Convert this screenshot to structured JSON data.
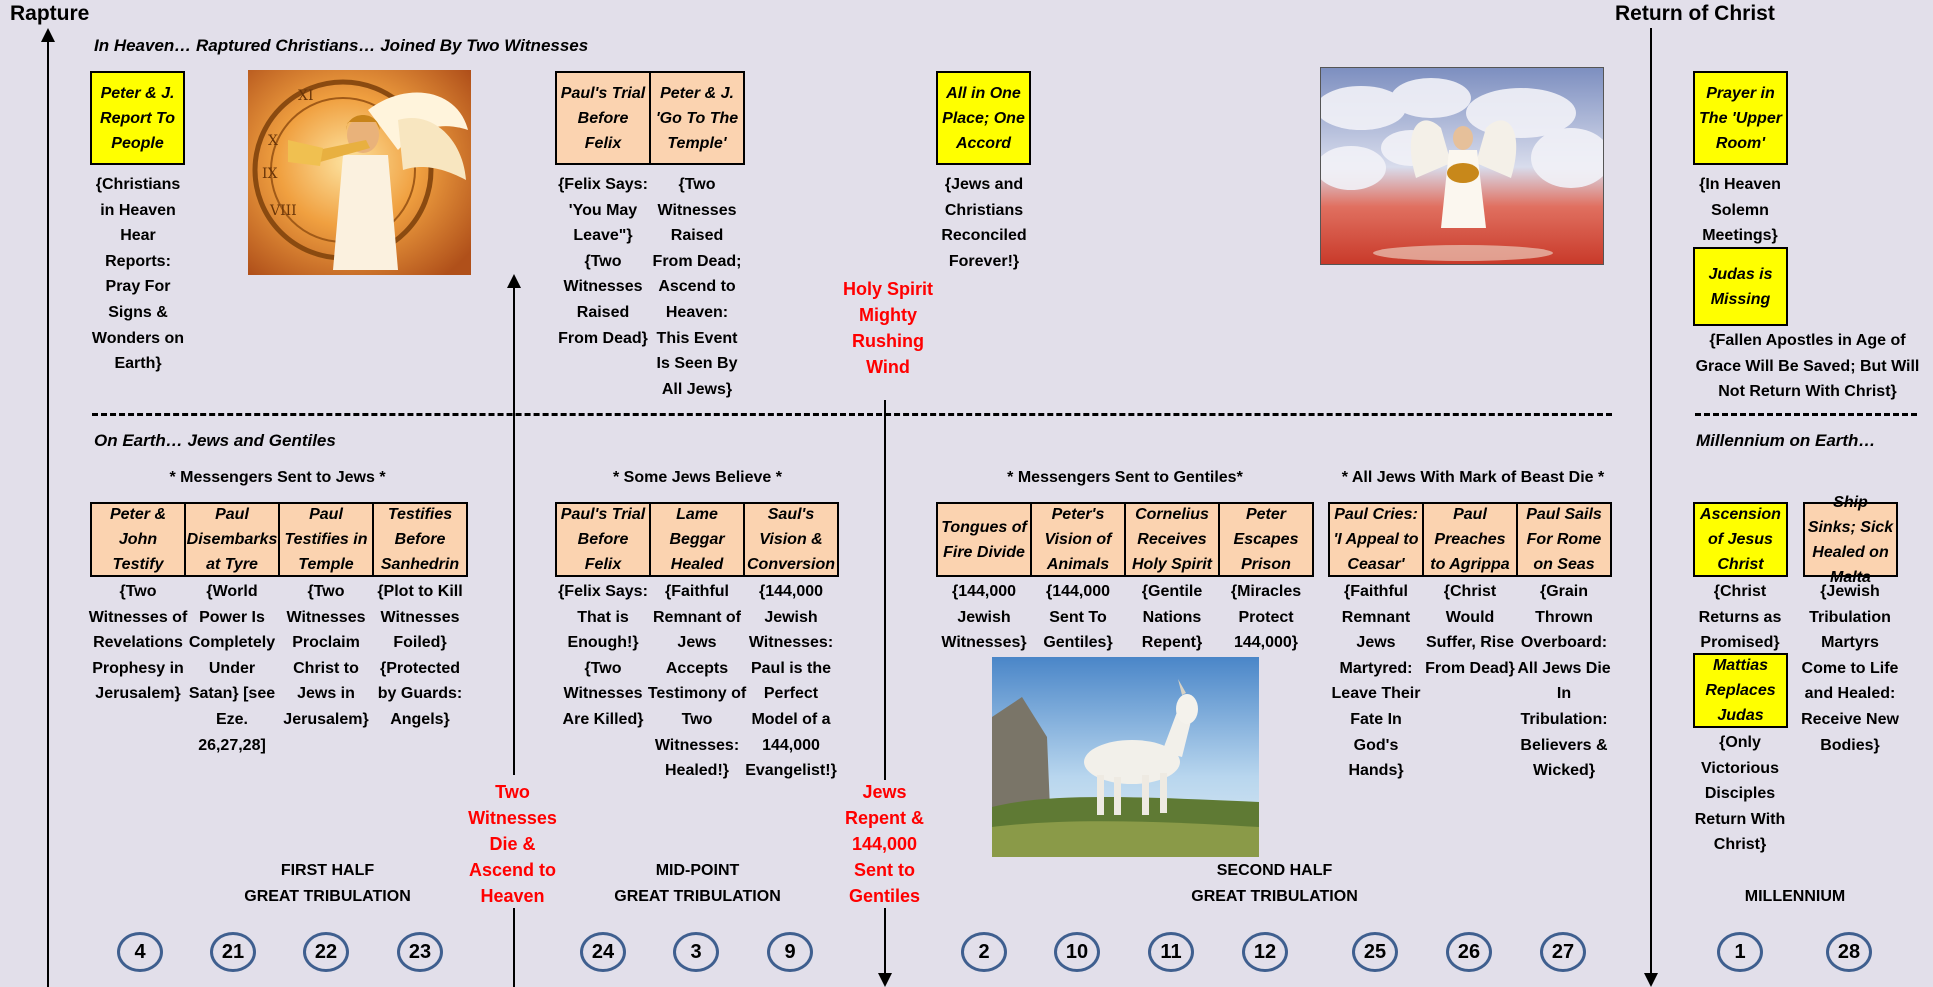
{
  "headers": {
    "rapture": "Rapture",
    "return": "Return of Christ"
  },
  "sections": {
    "heaven": "In Heaven… Raptured Christians… Joined By Two Witnesses",
    "earth": "On Earth…  Jews and Gentiles",
    "millennium": "Millennium on Earth…"
  },
  "heaven": {
    "box1": "Peter & J. Report To People",
    "desc1": "{Christians in Heaven Hear Reports: Pray For Signs & Wonders on Earth}",
    "box2": "Paul's Trial Before Felix",
    "box3": "Peter & J. 'Go To The Temple'",
    "desc2": "{Felix Says: 'You May Leave\"} {Two Witnesses Raised From Dead}",
    "desc3": "{Two Witnesses Raised From Dead; Ascend to Heaven: This Event Is Seen By All Jews}",
    "box4": "All in One Place; One Accord",
    "desc4": "{Jews and Christians Reconciled Forever!}",
    "box5": "Prayer in The 'Upper Room'",
    "desc5": "{In Heaven Solemn Meetings}",
    "box6": "Judas is Missing",
    "desc6": "{Fallen Apostles in Age of Grace Will Be Saved; But Will Not Return With Christ}"
  },
  "red_labels": {
    "holy_spirit": "Holy Spirit Mighty Rushing Wind",
    "two_witnesses": "Two Witnesses Die & Ascend to Heaven",
    "jews_repent": "Jews Repent & 144,000 Sent to Gentiles"
  },
  "group_titles": {
    "g1": "* Messengers Sent to Jews *",
    "g2": "* Some Jews Believe *",
    "g3": "* Messengers Sent to Gentiles*",
    "g4": "* All Jews With Mark of Beast Die *"
  },
  "earth": {
    "b1": "Peter & John Testify",
    "d1": "{Two Witnesses of Revelations Prophesy in Jerusalem}",
    "b2": "Paul Disembarks at Tyre",
    "d2": "{World Power Is Completely Under Satan} [see Eze. 26,27,28]",
    "b3": "Paul Testifies in Temple",
    "d3": "{Two Witnesses Proclaim Christ to Jews in Jerusalem}",
    "b4": "Testifies Before Sanhedrin",
    "d4": "{Plot to Kill Witnesses Foiled} {Protected by Guards: Angels}",
    "b5": "Paul's Trial Before Felix",
    "d5": "{Felix Says: That is Enough!} {Two Witnesses Are Killed}",
    "b6": "Lame Beggar Healed",
    "d6": "{Faithful Remnant of Jews Accepts Testimony of Two Witnesses: Healed!}",
    "b7": "Saul's Vision & Conversion",
    "d7": "{144,000 Jewish Witnesses: Paul is the Perfect Model of a 144,000 Evangelist!}",
    "b8": "Tongues of Fire Divide",
    "d8": "{144,000 Jewish Witnesses}",
    "b9": "Peter's Vision of Animals",
    "d9": "{144,000 Sent To Gentiles}",
    "b10": "Cornelius Receives Holy Spirit",
    "d10": "{Gentile Nations Repent}",
    "b11": "Peter Escapes Prison",
    "d11": "{Miracles Protect 144,000}",
    "b12": "Paul Cries: 'I Appeal to Ceasar'",
    "d12": "{Faithful Remnant Jews Martyred: Leave Their Fate In God's Hands}",
    "b13": "Paul Preaches to Agrippa",
    "d13": "{Christ Would Suffer, Rise From Dead}",
    "b14": "Paul Sails For Rome on Seas",
    "d14": "{Grain Thrown Overboard: All Jews Die In Tribulation: Believers & Wicked}",
    "b15": "Ascension of Jesus Christ",
    "d15": "{Christ Returns as Promised}",
    "b16": "Mattias Replaces Judas",
    "d16": "{Only Victorious Disciples Return With Christ}",
    "b17": "Ship Sinks; Sick Healed on Malta",
    "d17": "{Jewish Tribulation Martyrs Come to Life and Healed: Receive New Bodies}"
  },
  "phases": {
    "first_1": "FIRST HALF",
    "first_2": "GREAT TRIBULATION",
    "mid_1": "MID-POINT",
    "mid_2": "GREAT TRIBULATION",
    "second_1": "SECOND HALF",
    "second_2": "GREAT TRIBULATION",
    "mill": "MILLENNIUM"
  },
  "circles": [
    "4",
    "21",
    "22",
    "23",
    "24",
    "3",
    "9",
    "2",
    "10",
    "11",
    "12",
    "25",
    "26",
    "27",
    "1",
    "28"
  ],
  "colors": {
    "background": "#e2dfea",
    "peach": "#fbd3b0",
    "yellow": "#ffff00",
    "red": "#ff0000",
    "circle": "#3f5f8f"
  },
  "images": [
    "angel-trumpet-clock-painting",
    "angels-heaven-painting",
    "white-goat-photo"
  ]
}
